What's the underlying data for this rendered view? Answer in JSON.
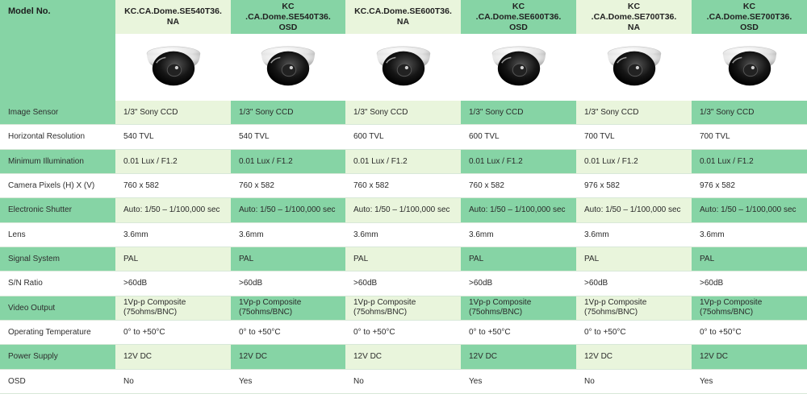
{
  "header": {
    "model_label": "Model No."
  },
  "models": [
    "KC.CA.Dome.SE540T36.\nNA",
    "KC .CA.Dome.SE540T36.\nOSD",
    "KC.CA.Dome.SE600T36.\nNA",
    "KC .CA.Dome.SE600T36.\nOSD",
    "KC .CA.Dome.SE700T36.\nNA",
    "KC .CA.Dome.SE700T36.\nOSD"
  ],
  "rows": [
    {
      "label": "Image Sensor",
      "values": [
        "1/3\" Sony CCD",
        "1/3\" Sony CCD",
        "1/3\" Sony CCD",
        "1/3\" Sony CCD",
        "1/3\" Sony CCD",
        "1/3\" Sony CCD"
      ]
    },
    {
      "label": "Horizontal Resolution",
      "values": [
        "540 TVL",
        "540 TVL",
        "600 TVL",
        "600 TVL",
        "700 TVL",
        "700 TVL"
      ]
    },
    {
      "label": "Minimum Illumination",
      "values": [
        "0.01 Lux / F1.2",
        "0.01 Lux / F1.2",
        "0.01 Lux / F1.2",
        "0.01 Lux / F1.2",
        "0.01 Lux / F1.2",
        "0.01 Lux / F1.2"
      ]
    },
    {
      "label": "Camera Pixels (H) X (V)",
      "values": [
        "760 x 582",
        "760 x 582",
        "760 x 582",
        "760 x 582",
        "976 x 582",
        "976 x 582"
      ]
    },
    {
      "label": "Electronic Shutter",
      "values": [
        "Auto: 1/50 – 1/100,000 sec",
        "Auto: 1/50 – 1/100,000 sec",
        "Auto: 1/50 – 1/100,000 sec",
        "Auto: 1/50 – 1/100,000 sec",
        "Auto: 1/50 – 1/100,000 sec",
        "Auto: 1/50 – 1/100,000 sec"
      ]
    },
    {
      "label": "Lens",
      "values": [
        "3.6mm",
        "3.6mm",
        "3.6mm",
        "3.6mm",
        "3.6mm",
        "3.6mm"
      ]
    },
    {
      "label": "Signal System",
      "values": [
        "PAL",
        "PAL",
        "PAL",
        "PAL",
        "PAL",
        "PAL"
      ]
    },
    {
      "label": "S/N Ratio",
      "values": [
        ">60dB",
        ">60dB",
        ">60dB",
        ">60dB",
        ">60dB",
        ">60dB"
      ]
    },
    {
      "label": "Video Output",
      "values": [
        "1Vp-p Composite\n(75ohms/BNC)",
        "1Vp-p Composite\n(75ohms/BNC)",
        "1Vp-p Composite\n(75ohms/BNC)",
        "1Vp-p Composite\n(75ohms/BNC)",
        "1Vp-p Composite\n(75ohms/BNC)",
        "1Vp-p Composite\n(75ohms/BNC)"
      ]
    },
    {
      "label": "Operating Temperature",
      "values": [
        "0° to +50°C",
        "0° to +50°C",
        "0° to +50°C",
        "0° to +50°C",
        "0° to +50°C",
        "0° to +50°C"
      ]
    },
    {
      "label": "Power Supply",
      "values": [
        "12V DC",
        "12V DC",
        "12V DC",
        "12V DC",
        "12V DC",
        "12V DC"
      ]
    },
    {
      "label": "OSD",
      "values": [
        "No",
        "Yes",
        "No",
        "Yes",
        "No",
        "Yes"
      ]
    }
  ],
  "colors": {
    "dark_green": "#86d4a5",
    "light_green": "#e9f5dc",
    "white": "#ffffff"
  },
  "image_icon": "dome-camera-icon"
}
